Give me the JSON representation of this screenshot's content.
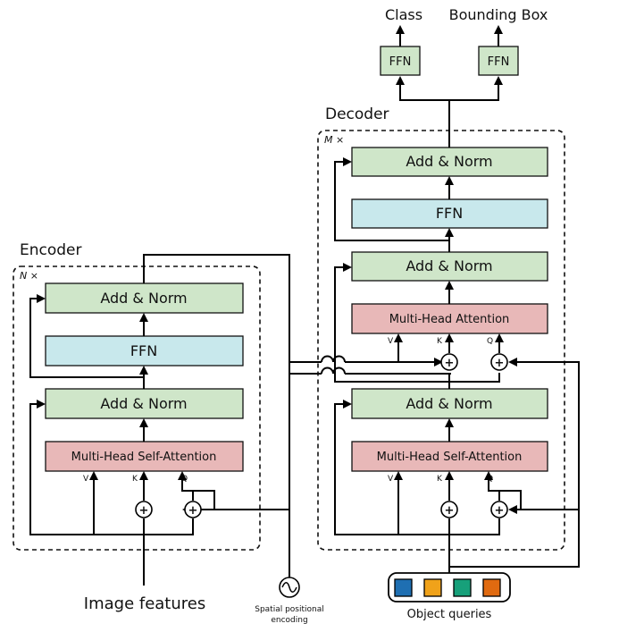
{
  "encoder": {
    "title": "Encoder",
    "repeat": "N ×",
    "add_norm_top": "Add & Norm",
    "ffn": "FFN",
    "add_norm_bottom": "Add & Norm",
    "attention": "Multi-Head Self-Attention",
    "v": "V",
    "k": "K",
    "q": "Q"
  },
  "decoder": {
    "title": "Decoder",
    "repeat": "M ×",
    "add_norm_top": "Add & Norm",
    "ffn": "FFN",
    "add_norm_mid": "Add & Norm",
    "cross_attention": "Multi-Head Attention",
    "add_norm_bottom": "Add & Norm",
    "self_attention": "Multi-Head Self-Attention",
    "v": "V",
    "k": "K",
    "q": "Q"
  },
  "heads": {
    "class_label": "Class",
    "bbox_label": "Bounding Box",
    "ffn_left": "FFN",
    "ffn_right": "FFN"
  },
  "inputs": {
    "image_features": "Image features",
    "spatial_line1": "Spatial  positional",
    "spatial_line2": "encoding",
    "object_queries": "Object  queries",
    "plus": "+"
  },
  "query_colors": [
    "#1f6fb2",
    "#f0a21a",
    "#17a07a",
    "#e06a10"
  ]
}
